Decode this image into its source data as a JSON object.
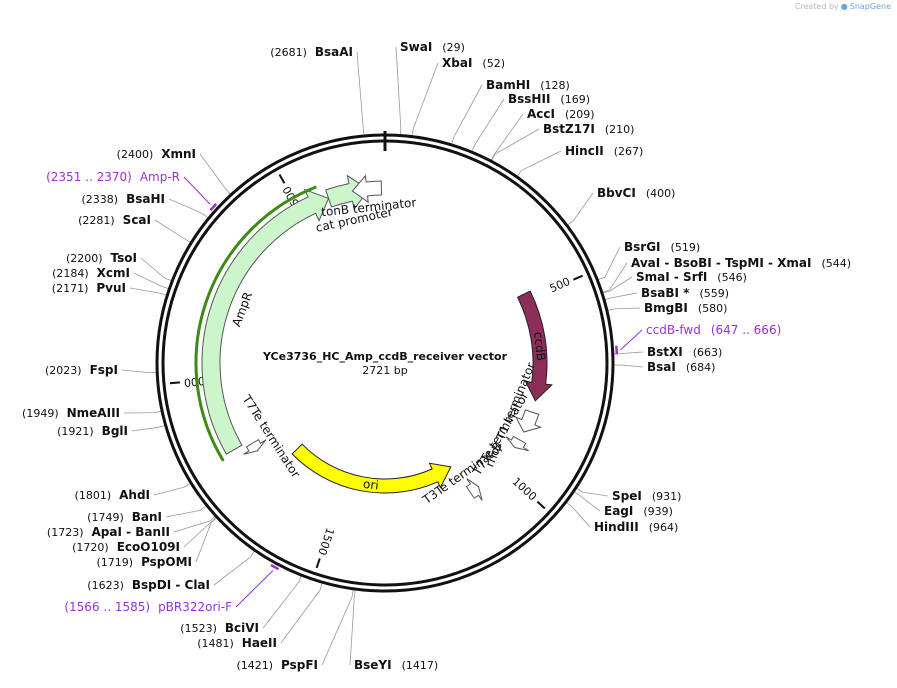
{
  "credit": {
    "prefix": "Created by",
    "brand": "SnapGene"
  },
  "plasmid": {
    "name": "YCe3736_HC_Amp_ccdB_receiver vector",
    "size_label": "2721 bp",
    "length": 2721
  },
  "ticks": [
    {
      "pos": 500,
      "label": "500"
    },
    {
      "pos": 1000,
      "label": "1000"
    },
    {
      "pos": 1500,
      "label": "1500"
    },
    {
      "pos": 2000,
      "label": "2000"
    },
    {
      "pos": 2500,
      "label": "2500"
    }
  ],
  "features": [
    {
      "name": "ccdB",
      "start": 481,
      "end": 787,
      "dir": "cw",
      "color": "#8c2d5a",
      "label_inside": true,
      "label_color": "#ffffff"
    },
    {
      "name": "rrnB T1 terminator",
      "start": 820,
      "end": 880,
      "dir": "cw",
      "color": "#ffffff",
      "outline": true
    },
    {
      "name": "T7Te terminator",
      "start": 905,
      "end": 930,
      "dir": "cw",
      "color": "#ffffff",
      "outline": true
    },
    {
      "name": "T3Te terminator",
      "start": 1080,
      "end": 1108,
      "dir": "ccw",
      "color": "#ffffff",
      "outline": true
    },
    {
      "name": "ori",
      "start": 1116,
      "end": 1705,
      "dir": "ccw",
      "color": "#ffff00",
      "label_inside": true,
      "label_color": "#111111"
    },
    {
      "name": "T7Te terminator",
      "start": 1780,
      "end": 1805,
      "dir": "ccw",
      "color": "#ffffff",
      "outline": true
    },
    {
      "name": "AmpR",
      "start": 1815,
      "end": 2578,
      "dir": "cw",
      "color": "#ccf5cc",
      "outline": true
    },
    {
      "name": "cat promoter",
      "start": 2578,
      "end": 2680,
      "dir": "cw",
      "color": "#ccf5cc",
      "outline": true
    },
    {
      "name": "tonB terminator",
      "start": 2640,
      "end": 2712,
      "dir": "ccw",
      "color": "#ffffff",
      "outline": true
    }
  ],
  "primers": [
    {
      "label": "Amp-R",
      "range": "(2351 .. 2370)",
      "pos": 2360,
      "side": "left"
    },
    {
      "label": "ccdB-fwd",
      "range": "(647 .. 666)",
      "pos": 656,
      "side": "right"
    },
    {
      "label": "pBR322ori-F",
      "range": "(1566 .. 1585)",
      "pos": 1575,
      "side": "left"
    }
  ],
  "sites": [
    {
      "name": "BsaAI",
      "pos": "(2681)",
      "p": 2681,
      "side": "left",
      "row": 0
    },
    {
      "name": "SwaI",
      "pos": "(29)",
      "p": 29,
      "side": "right",
      "row": 1
    },
    {
      "name": "XbaI",
      "pos": "(52)",
      "p": 52,
      "side": "right",
      "row": 2
    },
    {
      "name": "BamHI",
      "pos": "(128)",
      "p": 128,
      "side": "right",
      "row": 3
    },
    {
      "name": "BssHII",
      "pos": "(169)",
      "p": 169,
      "side": "right",
      "row": 4
    },
    {
      "name": "AccI",
      "pos": "(209)",
      "p": 209,
      "side": "right",
      "row": 5
    },
    {
      "name": "BstZ17I",
      "pos": "(210)",
      "p": 210,
      "side": "right",
      "row": 6
    },
    {
      "name": "HincII",
      "pos": "(267)",
      "p": 267,
      "side": "right",
      "row": 7
    },
    {
      "name": "BbvCI",
      "pos": "(400)",
      "p": 400,
      "side": "right",
      "row": 8
    },
    {
      "name": "BsrGI",
      "pos": "(519)",
      "p": 519,
      "side": "right",
      "row": 9
    },
    {
      "name": "AvaI - BsoBI - TspMI - XmaI",
      "pos": "(544)",
      "p": 544,
      "side": "right",
      "row": 10
    },
    {
      "name": "SmaI - SrfI",
      "pos": "(546)",
      "p": 546,
      "side": "right",
      "row": 11
    },
    {
      "name": "BsaBI *",
      "pos": "(559)",
      "p": 559,
      "side": "right",
      "row": 12
    },
    {
      "name": "BmgBI",
      "pos": "(580)",
      "p": 580,
      "side": "right",
      "row": 13
    },
    {
      "name": "BstXI",
      "pos": "(663)",
      "p": 663,
      "side": "right",
      "row": 14
    },
    {
      "name": "BsaI",
      "pos": "(684)",
      "p": 684,
      "side": "right",
      "row": 15
    },
    {
      "name": "SpeI",
      "pos": "(931)",
      "p": 931,
      "side": "right",
      "row": 16
    },
    {
      "name": "EagI",
      "pos": "(939)",
      "p": 939,
      "side": "right",
      "row": 17
    },
    {
      "name": "HindIII",
      "pos": "(964)",
      "p": 964,
      "side": "right",
      "row": 18
    },
    {
      "name": "BseYI",
      "pos": "(1417)",
      "p": 1417,
      "side": "right",
      "row": 19
    },
    {
      "name": "PspFI",
      "pos": "(1421)",
      "p": 1421,
      "side": "left",
      "row": 20
    },
    {
      "name": "HaeII",
      "pos": "(1481)",
      "p": 1481,
      "side": "left",
      "row": 21
    },
    {
      "name": "BciVI",
      "pos": "(1523)",
      "p": 1523,
      "side": "left",
      "row": 22
    },
    {
      "name": "BspDI - ClaI",
      "pos": "(1623)",
      "p": 1623,
      "side": "left",
      "row": 23
    },
    {
      "name": "PspOMI",
      "pos": "(1719)",
      "p": 1719,
      "side": "left",
      "row": 24
    },
    {
      "name": "EcoO109I",
      "pos": "(1720)",
      "p": 1720,
      "side": "left",
      "row": 25
    },
    {
      "name": "ApaI - BanII",
      "pos": "(1723)",
      "p": 1723,
      "side": "left",
      "row": 26
    },
    {
      "name": "BanI",
      "pos": "(1749)",
      "p": 1749,
      "side": "left",
      "row": 27
    },
    {
      "name": "AhdI",
      "pos": "(1801)",
      "p": 1801,
      "side": "left",
      "row": 28
    },
    {
      "name": "BglI",
      "pos": "(1921)",
      "p": 1921,
      "side": "left",
      "row": 29
    },
    {
      "name": "NmeAIII",
      "pos": "(1949)",
      "p": 1949,
      "side": "left",
      "row": 30
    },
    {
      "name": "FspI",
      "pos": "(2023)",
      "p": 2023,
      "side": "left",
      "row": 31
    },
    {
      "name": "PvuI",
      "pos": "(2171)",
      "p": 2171,
      "side": "left",
      "row": 32
    },
    {
      "name": "XcmI",
      "pos": "(2184)",
      "p": 2184,
      "side": "left",
      "row": 33
    },
    {
      "name": "TsoI",
      "pos": "(2200)",
      "p": 2200,
      "side": "left",
      "row": 34
    },
    {
      "name": "ScaI",
      "pos": "(2281)",
      "p": 2281,
      "side": "left",
      "row": 35
    },
    {
      "name": "BsaHI",
      "pos": "(2338)",
      "p": 2338,
      "side": "left",
      "row": 36
    },
    {
      "name": "XmnI",
      "pos": "(2400)",
      "p": 2400,
      "side": "left",
      "row": 37
    }
  ]
}
